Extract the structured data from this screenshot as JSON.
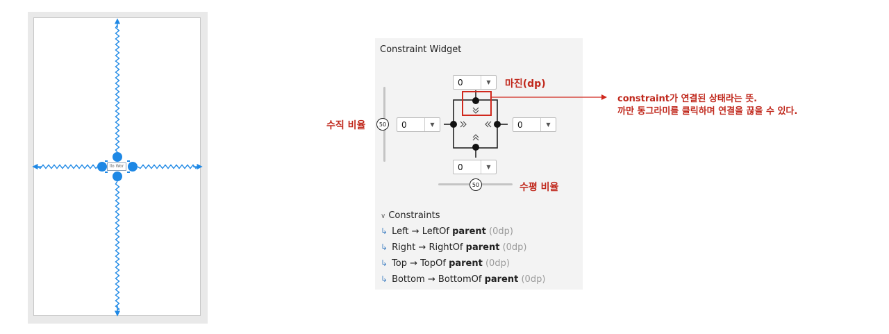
{
  "preview": {
    "view_text": "llo Wor"
  },
  "panel": {
    "title": "Constraint Widget",
    "margins": {
      "top": "0",
      "left": "0",
      "right": "0",
      "bottom": "0"
    },
    "vertical_bias": "50",
    "horizontal_bias": "50",
    "constraints_header": "Constraints",
    "constraints": [
      {
        "from": "Left",
        "to": "LeftOf",
        "target": "parent",
        "margin": "(0dp)"
      },
      {
        "from": "Right",
        "to": "RightOf",
        "target": "parent",
        "margin": "(0dp)"
      },
      {
        "from": "Top",
        "to": "TopOf",
        "target": "parent",
        "margin": "(0dp)"
      },
      {
        "from": "Bottom",
        "to": "BottomOf",
        "target": "parent",
        "margin": "(0dp)"
      }
    ]
  },
  "annotations": {
    "margin_label": "마진(dp)",
    "vertical_bias_label": "수직 비율",
    "horizontal_bias_label": "수평 비율",
    "note_line1": "constraint가 연결된 상태라는 뜻.",
    "note_line2": "까만 동그라미를 클릭하며 연결을 끊을 수 있다."
  },
  "colors": {
    "constraint_blue": "#1e88e5",
    "annotation_red": "#c0281c",
    "panel_bg": "#f3f3f3"
  }
}
